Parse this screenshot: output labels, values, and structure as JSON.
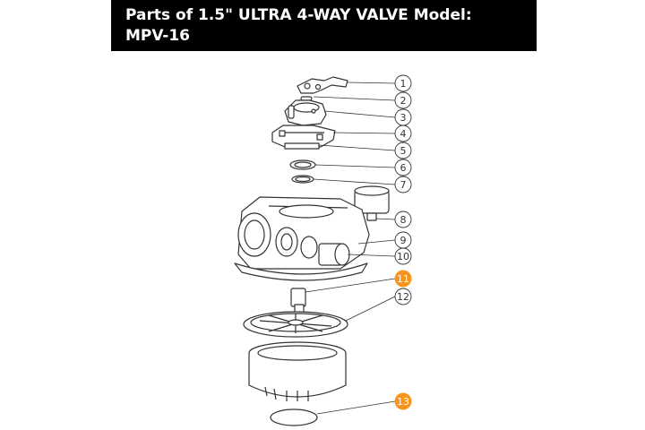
{
  "header": {
    "title_line1": "Parts of 1.5\" ULTRA 4-WAY VALVE Model:",
    "title_line2": "MPV-16"
  },
  "colors": {
    "highlight": "#F7941D",
    "line": "#333333",
    "header_bg": "#000000"
  },
  "callouts": [
    {
      "number": "1",
      "highlighted": false
    },
    {
      "number": "2",
      "highlighted": false
    },
    {
      "number": "3",
      "highlighted": false
    },
    {
      "number": "4",
      "highlighted": false
    },
    {
      "number": "5",
      "highlighted": false
    },
    {
      "number": "6",
      "highlighted": false
    },
    {
      "number": "7",
      "highlighted": false
    },
    {
      "number": "8",
      "highlighted": false
    },
    {
      "number": "9",
      "highlighted": false
    },
    {
      "number": "10",
      "highlighted": false
    },
    {
      "number": "11",
      "highlighted": true
    },
    {
      "number": "12",
      "highlighted": false
    },
    {
      "number": "13",
      "highlighted": true
    }
  ]
}
